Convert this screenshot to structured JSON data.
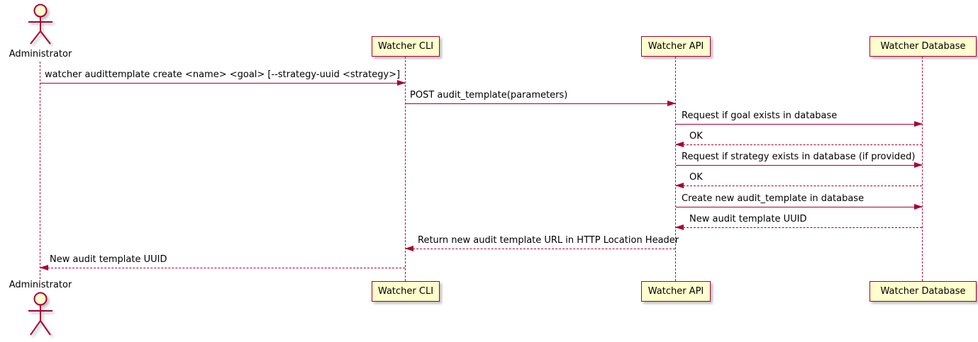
{
  "diagram": {
    "type": "sequence",
    "actor": {
      "name": "Administrator"
    },
    "participants": [
      {
        "label": "Watcher CLI"
      },
      {
        "label": "Watcher API"
      },
      {
        "label": "Watcher Database"
      }
    ],
    "messages": [
      {
        "from": "Administrator",
        "to": "Watcher CLI",
        "style": "solid",
        "text": "watcher audittemplate create <name> <goal> [--strategy-uuid <strategy>]"
      },
      {
        "from": "Watcher CLI",
        "to": "Watcher API",
        "style": "solid",
        "text": "POST audit_template(parameters)"
      },
      {
        "from": "Watcher API",
        "to": "Watcher Database",
        "style": "solid",
        "text": "Request if goal exists in database"
      },
      {
        "from": "Watcher Database",
        "to": "Watcher API",
        "style": "dashed",
        "text": "OK"
      },
      {
        "from": "Watcher API",
        "to": "Watcher Database",
        "style": "solid",
        "text": "Request if strategy exists in database (if provided)"
      },
      {
        "from": "Watcher Database",
        "to": "Watcher API",
        "style": "dashed",
        "text": "OK"
      },
      {
        "from": "Watcher API",
        "to": "Watcher Database",
        "style": "solid",
        "text": "Create new audit_template in database"
      },
      {
        "from": "Watcher Database",
        "to": "Watcher API",
        "style": "dashed",
        "text": "New audit template UUID"
      },
      {
        "from": "Watcher API",
        "to": "Watcher CLI",
        "style": "dashed",
        "text": "Return new audit template URL in HTTP Location Header"
      },
      {
        "from": "Watcher CLI",
        "to": "Administrator",
        "style": "dashed",
        "text": "New audit template UUID"
      }
    ],
    "colors": {
      "line": "#A80036",
      "participant_fill": "#FEFECE",
      "text": "#000000",
      "background": "#FFFFFF"
    }
  }
}
